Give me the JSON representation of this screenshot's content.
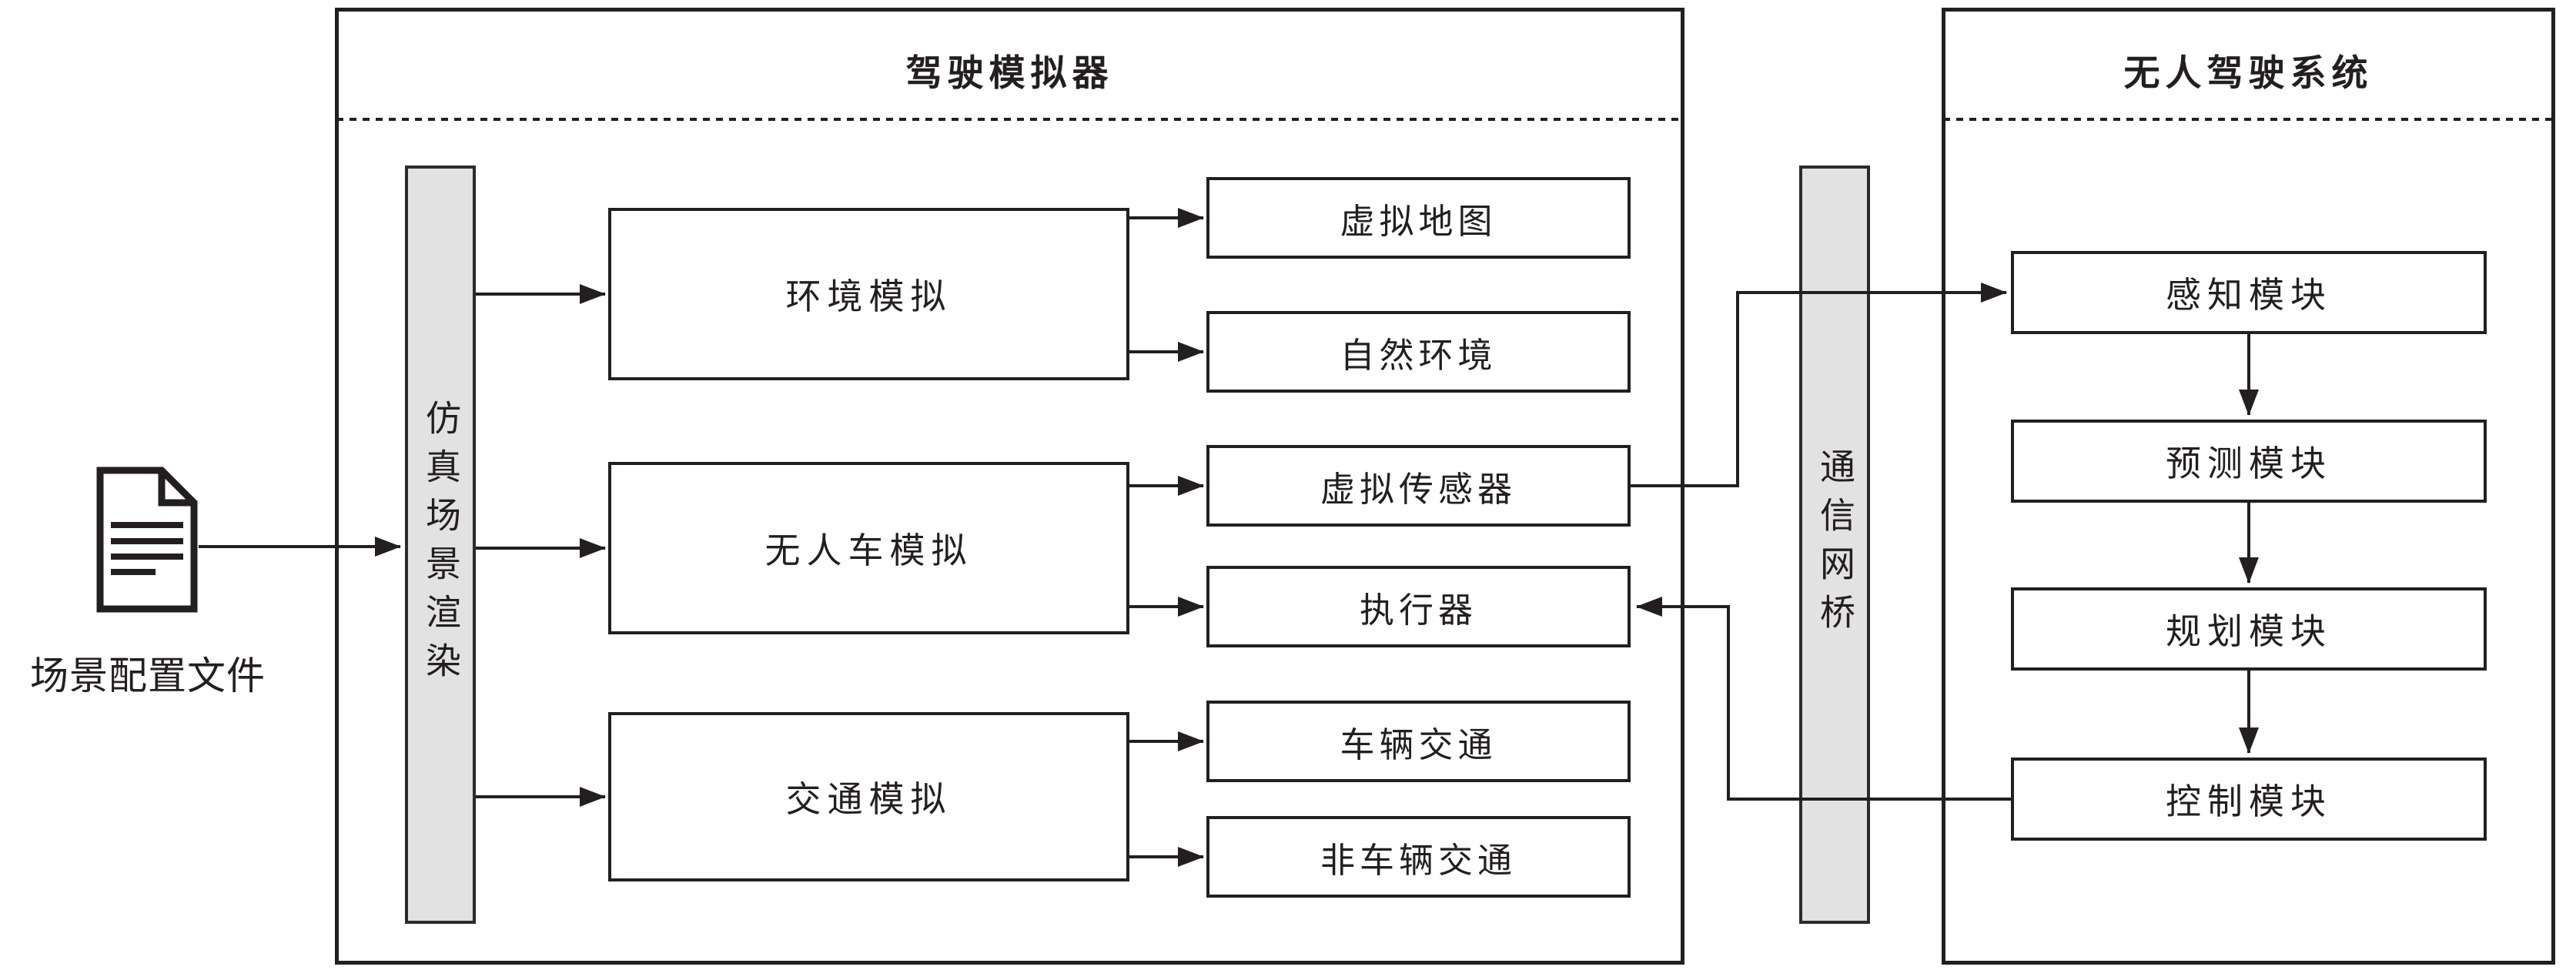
{
  "config_file": {
    "label": "场景配置文件"
  },
  "simulator": {
    "title": "驾驶模拟器",
    "render_bar": "仿真场景渲染",
    "sim_modules": [
      "环境模拟",
      "无人车模拟",
      "交通模拟"
    ],
    "components": [
      "虚拟地图",
      "自然环境",
      "虚拟传感器",
      "执行器",
      "车辆交通",
      "非车辆交通"
    ]
  },
  "bridge": {
    "label": "通信网桥"
  },
  "autonomous_system": {
    "title": "无人驾驶系统",
    "modules": [
      "感知模块",
      "预测模块",
      "规划模块",
      "控制模块"
    ]
  },
  "colors": {
    "stroke": "#231f20",
    "bar_fill": "#e2e2e2",
    "background": "#ffffff"
  }
}
